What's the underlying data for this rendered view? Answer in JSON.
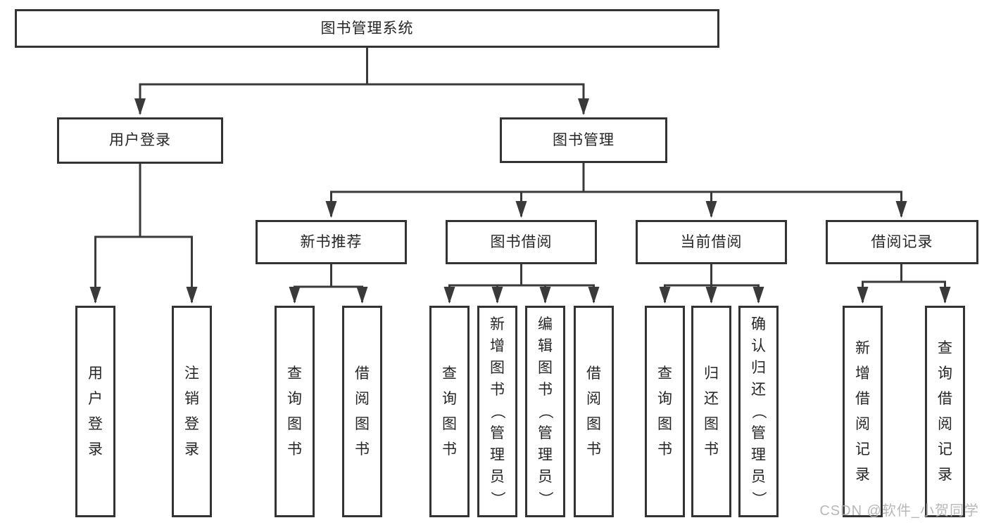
{
  "title": "图书管理系统",
  "level2": {
    "user_login": "用户登录",
    "book_management": "图书管理"
  },
  "level3": {
    "new_book_recommend": "新书推荐",
    "book_borrow": "图书借阅",
    "current_borrow": "当前借阅",
    "borrow_records": "借阅记录"
  },
  "leaves": {
    "user_login": [
      "用户登录",
      "注销登录"
    ],
    "new_book_recommend": [
      "查询图书",
      "借阅图书"
    ],
    "book_borrow": [
      "查询图书",
      "新增图书（管理员）",
      "编辑图书（管理员）",
      "借阅图书"
    ],
    "current_borrow": [
      "查询图书",
      "归还图书",
      "确认归还（管理员）"
    ],
    "borrow_records": [
      "新增借阅记录",
      "查询借阅记录"
    ]
  },
  "watermark": "CSDN @软件_小贺同学",
  "colors": {
    "line": "#3a3a3a",
    "border": "#333333",
    "fill": "#ffffff",
    "text": "#262626",
    "watermark": "#b2b2b2"
  }
}
